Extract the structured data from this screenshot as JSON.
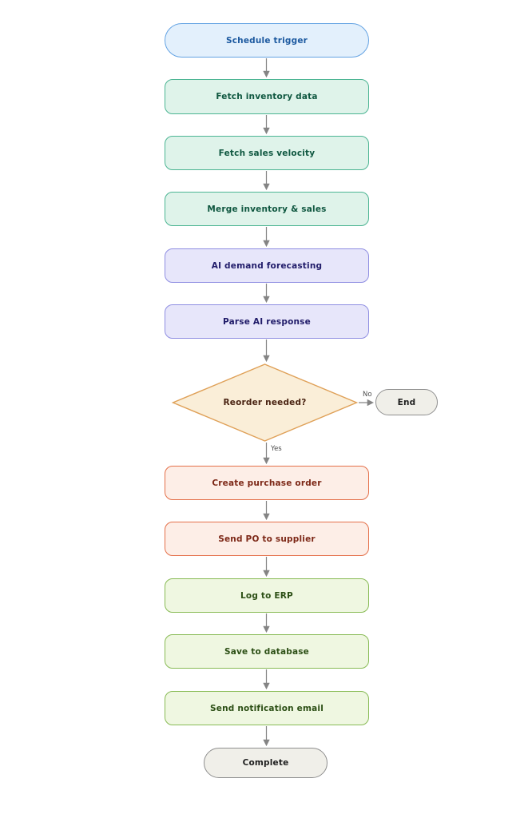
{
  "diagram": {
    "background": "#ffffff",
    "arrow_color": "#848484",
    "edge_label_color": "#4d4d4d",
    "nodes": [
      {
        "id": "schedule-trigger",
        "label": "Schedule trigger",
        "shape": "stadium",
        "fill": "#e3f0fc",
        "border": "#64a3e3",
        "text_color": "#1d5aa0"
      },
      {
        "id": "fetch-inventory-data",
        "label": "Fetch inventory data",
        "shape": "process",
        "fill": "#dff3ea",
        "border": "#4cb593",
        "text_color": "#0f5740"
      },
      {
        "id": "fetch-sales-velocity",
        "label": "Fetch sales velocity",
        "shape": "process",
        "fill": "#dff3ea",
        "border": "#4cb593",
        "text_color": "#0f5740"
      },
      {
        "id": "merge-inventory-sales",
        "label": "Merge inventory & sales",
        "shape": "process",
        "fill": "#dff3ea",
        "border": "#4cb593",
        "text_color": "#0f5740"
      },
      {
        "id": "ai-demand-forecasting",
        "label": "AI demand forecasting",
        "shape": "process",
        "fill": "#e7e6fa",
        "border": "#8f8ee2",
        "text_color": "#201b69"
      },
      {
        "id": "parse-ai-response",
        "label": "Parse AI response",
        "shape": "process",
        "fill": "#e7e6fa",
        "border": "#8f8ee2",
        "text_color": "#201b69"
      },
      {
        "id": "reorder-needed",
        "label": "Reorder needed?",
        "shape": "decision",
        "fill": "#faeed8",
        "border": "#dfa057",
        "text_color": "#4a2413"
      },
      {
        "id": "end",
        "label": "End",
        "shape": "stadium",
        "fill": "#f0efe9",
        "border": "#8f8f8f",
        "text_color": "#1f1f1f"
      },
      {
        "id": "create-purchase-order",
        "label": "Create purchase order",
        "shape": "process",
        "fill": "#fdeee7",
        "border": "#e4704a",
        "text_color": "#7d2817"
      },
      {
        "id": "send-po-to-supplier",
        "label": "Send PO to supplier",
        "shape": "process",
        "fill": "#fdeee7",
        "border": "#e4704a",
        "text_color": "#7d2817"
      },
      {
        "id": "log-to-erp",
        "label": "Log to ERP",
        "shape": "process",
        "fill": "#eff7e1",
        "border": "#88bb55",
        "text_color": "#2c4f15"
      },
      {
        "id": "save-to-database",
        "label": "Save to database",
        "shape": "process",
        "fill": "#eff7e1",
        "border": "#88bb55",
        "text_color": "#2c4f15"
      },
      {
        "id": "send-notification-email",
        "label": "Send notification email",
        "shape": "process",
        "fill": "#eff7e1",
        "border": "#88bb55",
        "text_color": "#2c4f15"
      },
      {
        "id": "complete",
        "label": "Complete",
        "shape": "stadium",
        "fill": "#f0efe9",
        "border": "#8f8f8f",
        "text_color": "#1f1f1f"
      }
    ],
    "edges": [
      {
        "from": "schedule-trigger",
        "to": "fetch-inventory-data",
        "label": ""
      },
      {
        "from": "fetch-inventory-data",
        "to": "fetch-sales-velocity",
        "label": ""
      },
      {
        "from": "fetch-sales-velocity",
        "to": "merge-inventory-sales",
        "label": ""
      },
      {
        "from": "merge-inventory-sales",
        "to": "ai-demand-forecasting",
        "label": ""
      },
      {
        "from": "ai-demand-forecasting",
        "to": "parse-ai-response",
        "label": ""
      },
      {
        "from": "parse-ai-response",
        "to": "reorder-needed",
        "label": ""
      },
      {
        "from": "reorder-needed",
        "to": "end",
        "label": "No"
      },
      {
        "from": "reorder-needed",
        "to": "create-purchase-order",
        "label": "Yes"
      },
      {
        "from": "create-purchase-order",
        "to": "send-po-to-supplier",
        "label": ""
      },
      {
        "from": "send-po-to-supplier",
        "to": "log-to-erp",
        "label": ""
      },
      {
        "from": "log-to-erp",
        "to": "save-to-database",
        "label": ""
      },
      {
        "from": "save-to-database",
        "to": "send-notification-email",
        "label": ""
      },
      {
        "from": "send-notification-email",
        "to": "complete",
        "label": ""
      }
    ]
  }
}
